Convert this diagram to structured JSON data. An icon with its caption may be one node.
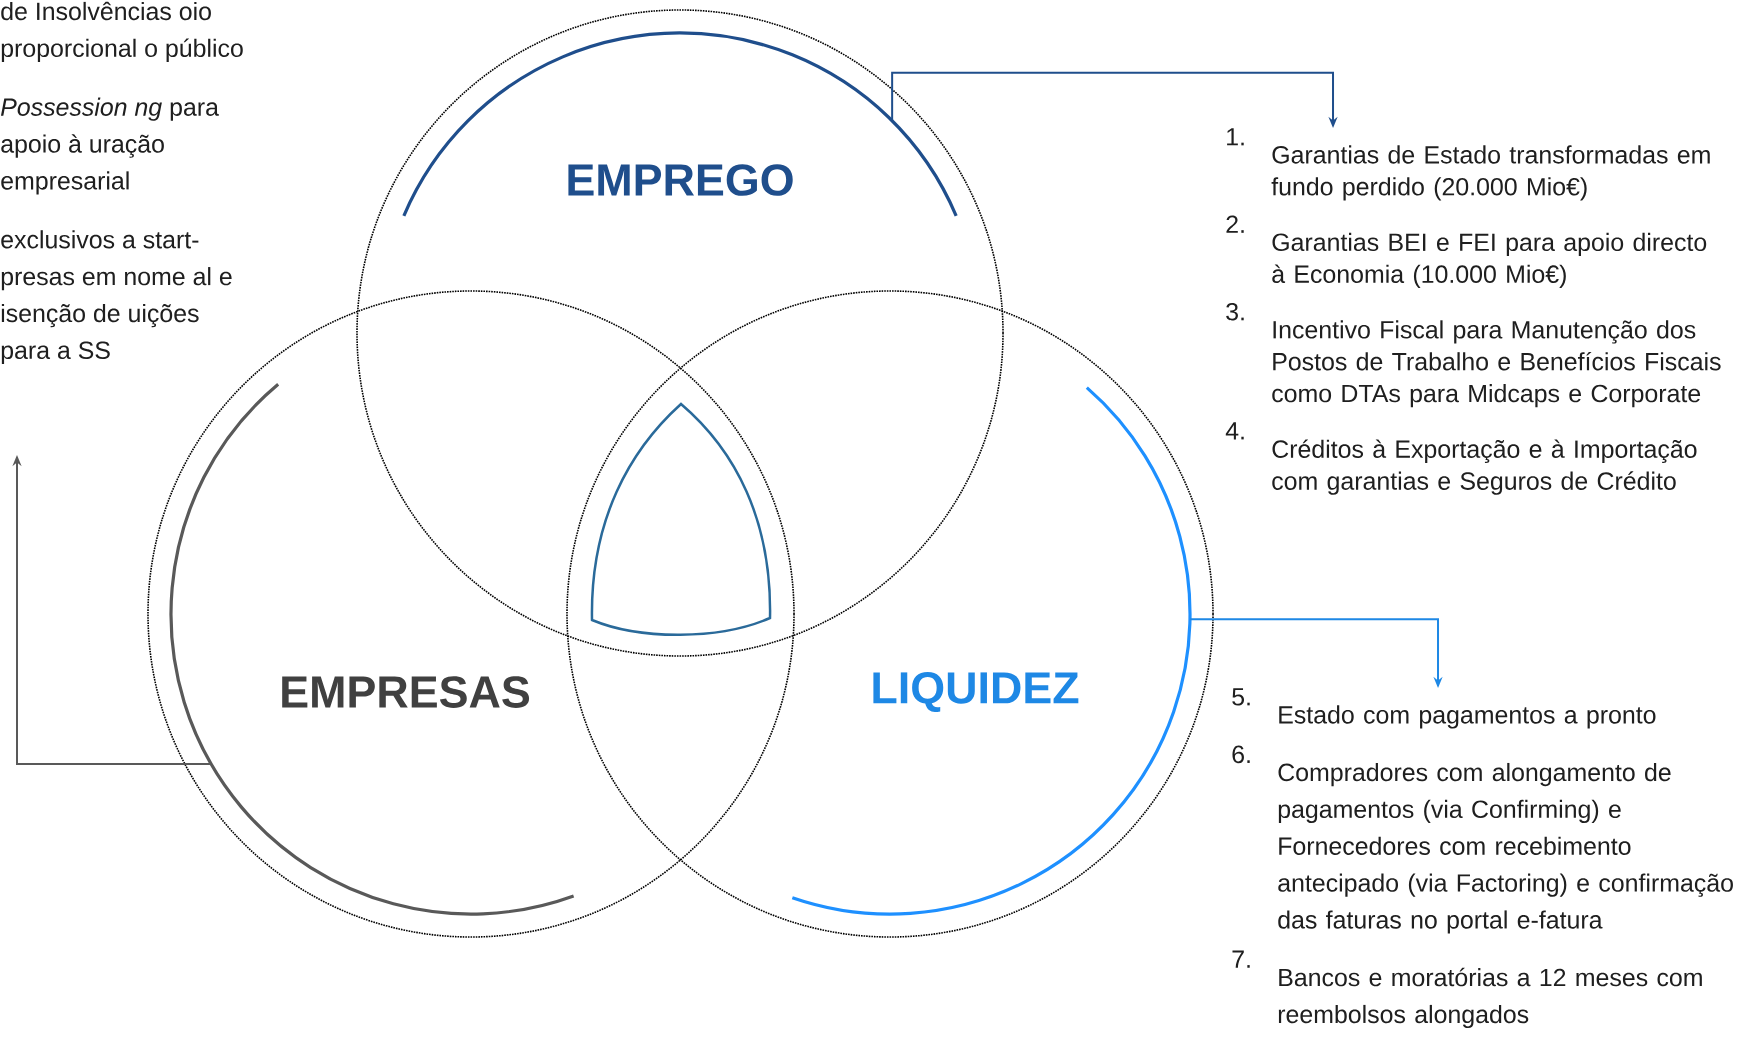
{
  "diagram": {
    "nodes": [
      {
        "text": [
          "EMPREGO"
        ]
      },
      {
        "text": [
          "EMPRESAS"
        ]
      },
      {
        "text": [
          "LIQUIDEZ"
        ]
      },
      {
        "text": [
          "1.",
          "Garantias de Estado transformadas em fundo perdido (20.000 Mio€)",
          "2.",
          "Garantias BEI e FEI para apoio directo à Economia (10.000 Mio€)",
          "3.",
          "Incentivo Fiscal para Manutenção dos Postos de Trabalho e Benefícios Fiscais como DTAs para Midcaps e Corporate",
          "4.",
          "Créditos à Exportação e à Importação com garantias e Seguros de Crédito"
        ]
      },
      {
        "text": [
          "5.",
          "Estado com pagamentos a pronto",
          "6.",
          "Compradores com alongamento de pagamentos (via Confirming) e Fornecedores com recebimento antecipado (via Factoring) e confirmação das faturas no portal e-fatura",
          "7.",
          "Bancos e moratórias a 12 meses com reembolsos alongados"
        ]
      },
      {
        "text": [],
        "shape": "triangle"
      },
      {
        "text": [
          "de Insolvências oio proporcional o público",
          "*Possession* *ng* para apoio à uração empresarial",
          "exclusivos a start- presas em nome al e isenção de uições para a SS"
        ]
      }
    ],
    "edges": [
      {
        "from": 0,
        "to": 3,
        "arrow": "to",
        "color": "#1f4e8c"
      },
      {
        "from": 1,
        "to": 6,
        "arrow": "to",
        "color": "#595959"
      },
      {
        "from": 2,
        "to": 4,
        "arrow": "to",
        "color": "#1e88e5"
      }
    ]
  }
}
